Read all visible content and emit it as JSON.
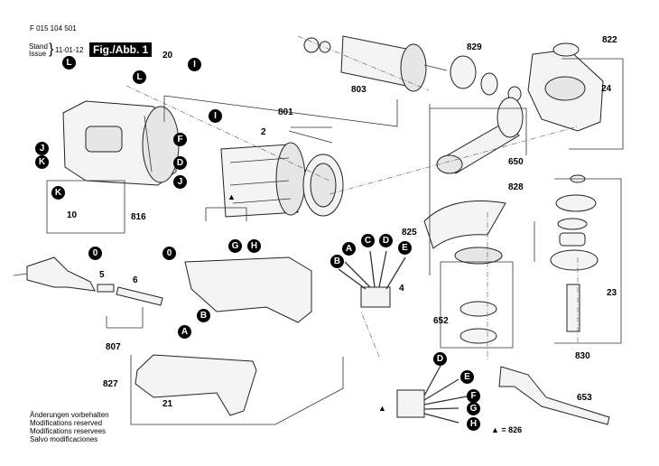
{
  "header": {
    "doc_number": "F 015 104 501",
    "stand_label": "Stand",
    "issue_label": "Issue",
    "date": "11-01-12",
    "figure_label": "Fig./Abb. 1"
  },
  "footer": {
    "notes": [
      "Änderungen vorbehalten",
      "Modifications reserved",
      "Modifications reservees",
      "Salvo modificaciones"
    ],
    "legend": "▲ = 826"
  },
  "part_numbers": {
    "p2": "2",
    "p4": "4",
    "p5": "5",
    "p6": "6",
    "p10": "10",
    "p20": "20",
    "p21": "21",
    "p23": "23",
    "p24": "24",
    "p650": "650",
    "p652": "652",
    "p653": "653",
    "p801": "801",
    "p803": "803",
    "p807": "807",
    "p816": "816",
    "p822": "822",
    "p825": "825",
    "p827": "827",
    "p828": "828",
    "p829": "829",
    "p830": "830",
    "triangle": "▲"
  },
  "wire_labels": {
    "A": "A",
    "B": "B",
    "C": "C",
    "D": "D",
    "E": "E",
    "F": "F",
    "G": "G",
    "H": "H",
    "I": "I",
    "J": "J",
    "K": "K",
    "L": "L",
    "O": "0"
  }
}
